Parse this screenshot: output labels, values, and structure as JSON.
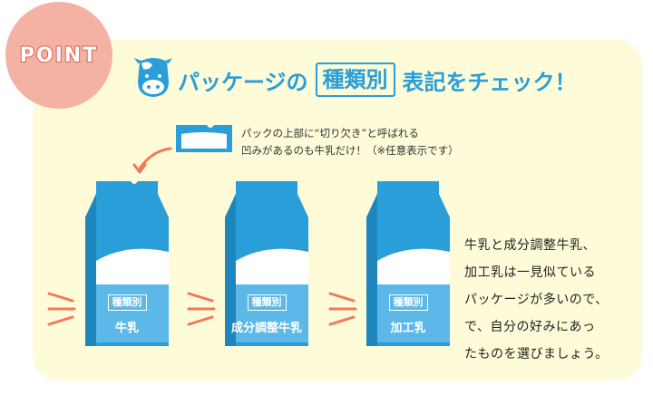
{
  "badge": {
    "text": "POINT"
  },
  "headline": {
    "before": "パッケージの",
    "boxed": "種類別",
    "after": "表記をチェック！"
  },
  "note": {
    "line1": "パックの上部に“切り欠き”と呼ばれる",
    "line2": "凹みがあるのも牛乳だけ！（※任意表示です）"
  },
  "cartons": [
    {
      "tag": "種類別",
      "name": "牛乳"
    },
    {
      "tag": "種類別",
      "name": "成分調整牛乳"
    },
    {
      "tag": "種類別",
      "name": "加工乳"
    }
  ],
  "description": {
    "lines": [
      "牛乳と成分調整牛乳、",
      "加工乳は一見似ている",
      "パッケージが多いので、",
      "で、自分の好みにあっ",
      "たものを選びましょう。"
    ]
  },
  "colors": {
    "blue": "#2a9ed8",
    "light_blue": "#5bb8e8",
    "cream": "#fdfbd8",
    "badge": "#f4b2a4",
    "coral": "#f07a5a"
  },
  "icons": [
    "cow-icon",
    "carton-notch-icon",
    "curved-arrow-icon",
    "emphasis-dashes-icon"
  ]
}
